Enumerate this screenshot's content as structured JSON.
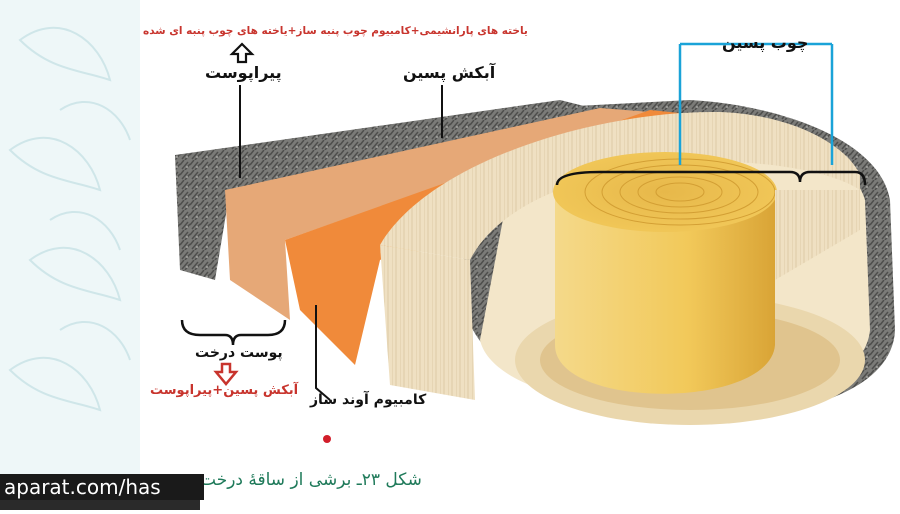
{
  "colors": {
    "bark": "#7b7b78",
    "bark_dark": "#4e4e4c",
    "periderm": "#e6a877",
    "phloem": "#f08a3a",
    "cambium": "#f4c27a",
    "sapwood_light": "#efe0c2",
    "heartwood": "#f2c95a",
    "heartwood_dark": "#d9a436",
    "label_red": "#c8342d",
    "bracket_blue": "#1aa3d8",
    "caption_green": "#1f7a5a"
  },
  "labels": {
    "top_red": "یاخته های پارانشیمی+کامبیوم چوب پنبه ساز+یاخته های چوب پنبه ای شده",
    "periderm": "پیراپوست",
    "secondary_phloem": "آبکش پسین",
    "secondary_xylem": "چوب پسین",
    "tree_bark": "پوست درخت",
    "bark_formula": "آبکش پسین+پیراپوست",
    "vascular_cambium": "کامبیوم آوند ساز"
  },
  "caption": "شکل ۲۳ـ برشی از ساقهٔ درخت",
  "watermark": "aparat.com/has"
}
